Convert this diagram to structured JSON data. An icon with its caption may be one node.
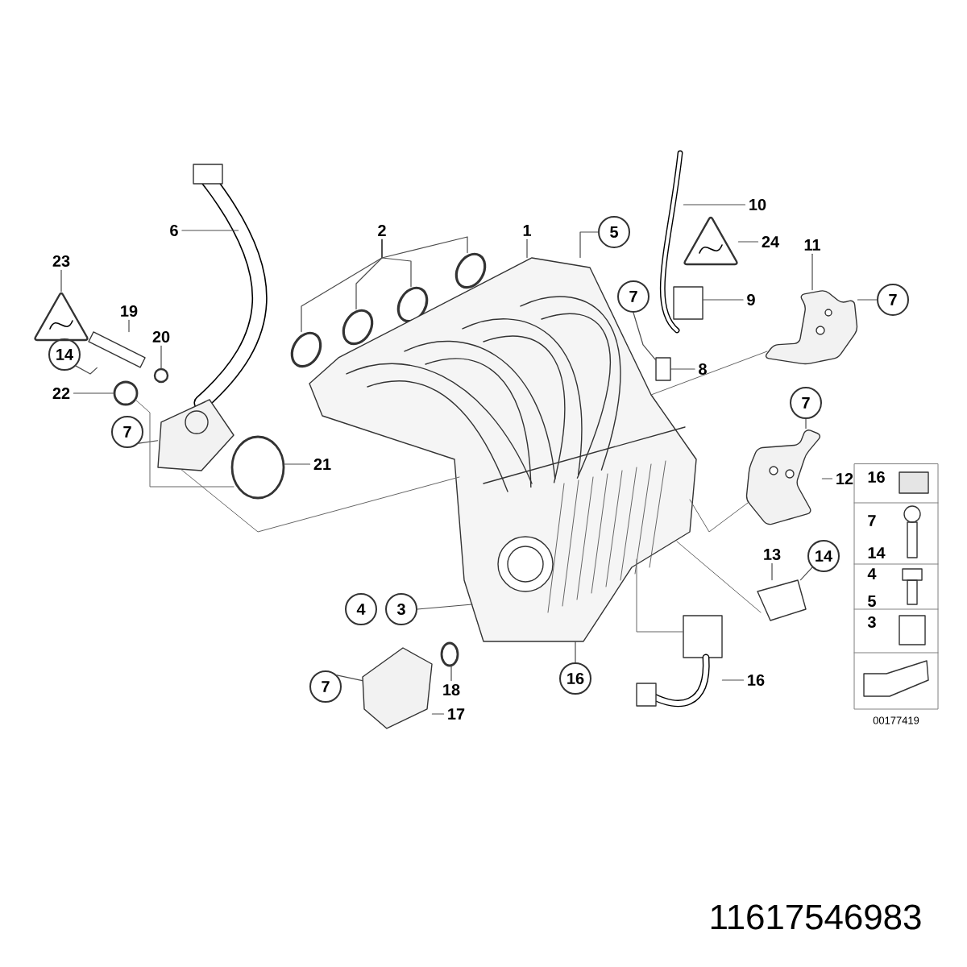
{
  "diagram": {
    "nodes": [
      {
        "text": [
          "10"
        ]
      },
      {
        "text": [
          "2"
        ]
      },
      {
        "text": [
          "6"
        ]
      },
      {
        "text": [
          "1"
        ]
      },
      {
        "text": [
          "5"
        ]
      },
      {
        "text": [
          "24"
        ]
      },
      {
        "text": [
          "11"
        ]
      },
      {
        "text": [
          "23"
        ]
      },
      {
        "text": [
          "7"
        ]
      },
      {
        "text": [
          "9"
        ]
      },
      {
        "text": [
          "7"
        ]
      },
      {
        "text": [
          "19"
        ]
      },
      {
        "text": [
          "20"
        ]
      },
      {
        "text": [
          "14"
        ]
      },
      {
        "text": [
          "8"
        ]
      },
      {
        "text": [
          "22"
        ]
      },
      {
        "text": [
          "7"
        ]
      },
      {
        "text": [
          "7"
        ]
      },
      {
        "text": [
          "21"
        ]
      },
      {
        "text": [
          "12"
        ]
      },
      {
        "text": [
          "13"
        ]
      },
      {
        "text": [
          "14"
        ]
      },
      {
        "text": [
          "4"
        ]
      },
      {
        "text": [
          "3"
        ]
      },
      {
        "text": [
          "7"
        ]
      },
      {
        "text": [
          "16"
        ]
      },
      {
        "text": [
          "18"
        ]
      },
      {
        "text": [
          "16"
        ]
      },
      {
        "text": [
          "17"
        ]
      },
      {
        "text": [],
        "shape": "picture"
      },
      {
        "text": [],
        "shape": "picture"
      },
      {
        "text": [],
        "shape": "picture"
      },
      {
        "text": [],
        "shape": "picture"
      },
      {
        "text": [],
        "shape": "picture"
      },
      {
        "text": [],
        "shape": "picture"
      },
      {
        "text": [],
        "shape": "picture"
      },
      {
        "text": [],
        "shape": "picture"
      },
      {
        "text": [],
        "shape": "picture"
      },
      {
        "text": [],
        "shape": "picture"
      },
      {
        "text": [],
        "shape": "box"
      },
      {
        "text": [],
        "shape": "box"
      },
      {
        "text": [],
        "shape": "picture"
      },
      {
        "text": [],
        "shape": "circle"
      },
      {
        "text": [],
        "shape": "circle"
      },
      {
        "text": [],
        "shape": "picture"
      },
      {
        "text": [],
        "shape": "circle"
      },
      {
        "text": [],
        "shape": "picture"
      },
      {
        "text": [],
        "shape": "picture"
      },
      {
        "text": [],
        "shape": "picture"
      },
      {
        "text": [],
        "shape": "circle"
      },
      {
        "text": [],
        "shape": "picture"
      }
    ],
    "edges": [
      {
        "from": 0,
        "to": 29,
        "arrow": "none"
      },
      {
        "from": 1,
        "to": 30,
        "arrow": "none"
      },
      {
        "from": 1,
        "to": 31,
        "arrow": "none"
      },
      {
        "from": 1,
        "to": 32,
        "arrow": "none"
      },
      {
        "from": 1,
        "to": 33,
        "arrow": "none"
      },
      {
        "from": 2,
        "to": 34,
        "arrow": "none"
      },
      {
        "from": 3,
        "to": 35,
        "arrow": "none"
      },
      {
        "from": 4,
        "to": 35,
        "arrow": "none"
      },
      {
        "from": 5,
        "to": 36,
        "arrow": "none"
      },
      {
        "from": 6,
        "to": 37,
        "arrow": "none"
      },
      {
        "from": 7,
        "to": 38,
        "arrow": "none"
      },
      {
        "from": 8,
        "to": 39,
        "arrow": "none"
      },
      {
        "from": 9,
        "to": 40,
        "arrow": "none"
      },
      {
        "from": 10,
        "to": 37,
        "arrow": "none"
      },
      {
        "from": 11,
        "to": 41,
        "arrow": "none"
      },
      {
        "from": 12,
        "to": 42,
        "arrow": "none"
      },
      {
        "from": 13,
        "to": 41,
        "arrow": "none"
      },
      {
        "from": 14,
        "to": 39,
        "arrow": "none"
      },
      {
        "from": 15,
        "to": 43,
        "arrow": "none"
      },
      {
        "from": 16,
        "to": 46,
        "arrow": "none"
      },
      {
        "from": 17,
        "to": 44,
        "arrow": "none"
      },
      {
        "from": 18,
        "to": 45,
        "arrow": "none"
      },
      {
        "from": 19,
        "to": 46,
        "arrow": "none"
      },
      {
        "from": 20,
        "to": 47,
        "arrow": "none"
      },
      {
        "from": 21,
        "to": 47,
        "arrow": "none"
      },
      {
        "from": 23,
        "to": 35,
        "arrow": "none"
      },
      {
        "from": 24,
        "to": 48,
        "arrow": "none"
      },
      {
        "from": 25,
        "to": 35,
        "arrow": "none"
      },
      {
        "from": 26,
        "to": 49,
        "arrow": "none"
      },
      {
        "from": 27,
        "to": 50,
        "arrow": "none"
      },
      {
        "from": 28,
        "to": 48,
        "arrow": "none"
      },
      {
        "from": 43,
        "to": 45,
        "arrow": "none"
      },
      {
        "from": 44,
        "to": 35,
        "arrow": "none"
      },
      {
        "from": 35,
        "to": 37,
        "arrow": "none"
      },
      {
        "from": 35,
        "to": 46,
        "arrow": "none"
      },
      {
        "from": 35,
        "to": 47,
        "arrow": "none"
      },
      {
        "from": 35,
        "to": 50,
        "arrow": "none"
      }
    ],
    "labels": [
      "16",
      "7",
      "14",
      "4",
      "5",
      "3",
      "00177419",
      "11617546983"
    ]
  }
}
